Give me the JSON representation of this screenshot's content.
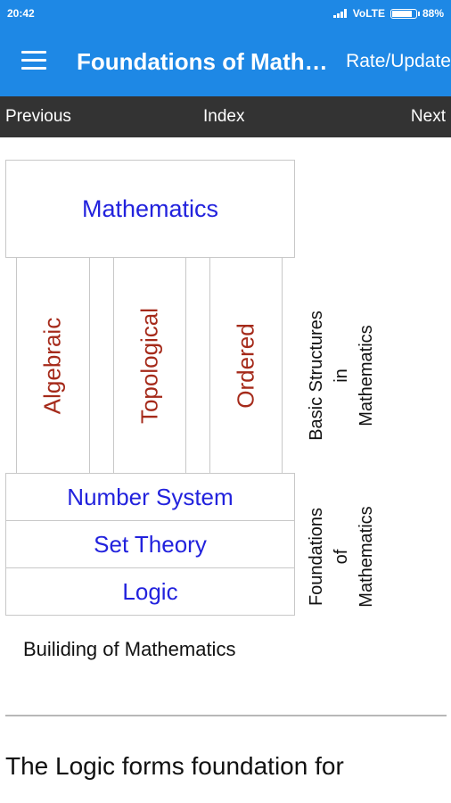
{
  "status_bar": {
    "time": "20:42",
    "network": "VoLTE",
    "battery": "88%",
    "battery_level": 0.88
  },
  "app_bar": {
    "title": "Foundations of Mathematics",
    "action_label": "Rate/Update"
  },
  "nav_bar": {
    "previous": "Previous",
    "index": "Index",
    "next": "Next"
  },
  "diagram": {
    "top": "Mathematics",
    "pillars": [
      "Algebraic",
      "Topological",
      "Ordered"
    ],
    "foundations": [
      "Number System",
      "Set Theory",
      "Logic"
    ],
    "side_upper": [
      "Basic Structures",
      "in",
      "Mathematics"
    ],
    "side_lower": [
      "Foundations",
      "of",
      "Mathematics"
    ],
    "caption": "Builiding of Mathematics"
  },
  "content": {
    "text": "The Logic forms foundation for"
  },
  "colors": {
    "primary": "#1e88e5",
    "nav_bg": "#333333",
    "blue_text": "#2222dd",
    "red_text": "#a52a1a"
  }
}
